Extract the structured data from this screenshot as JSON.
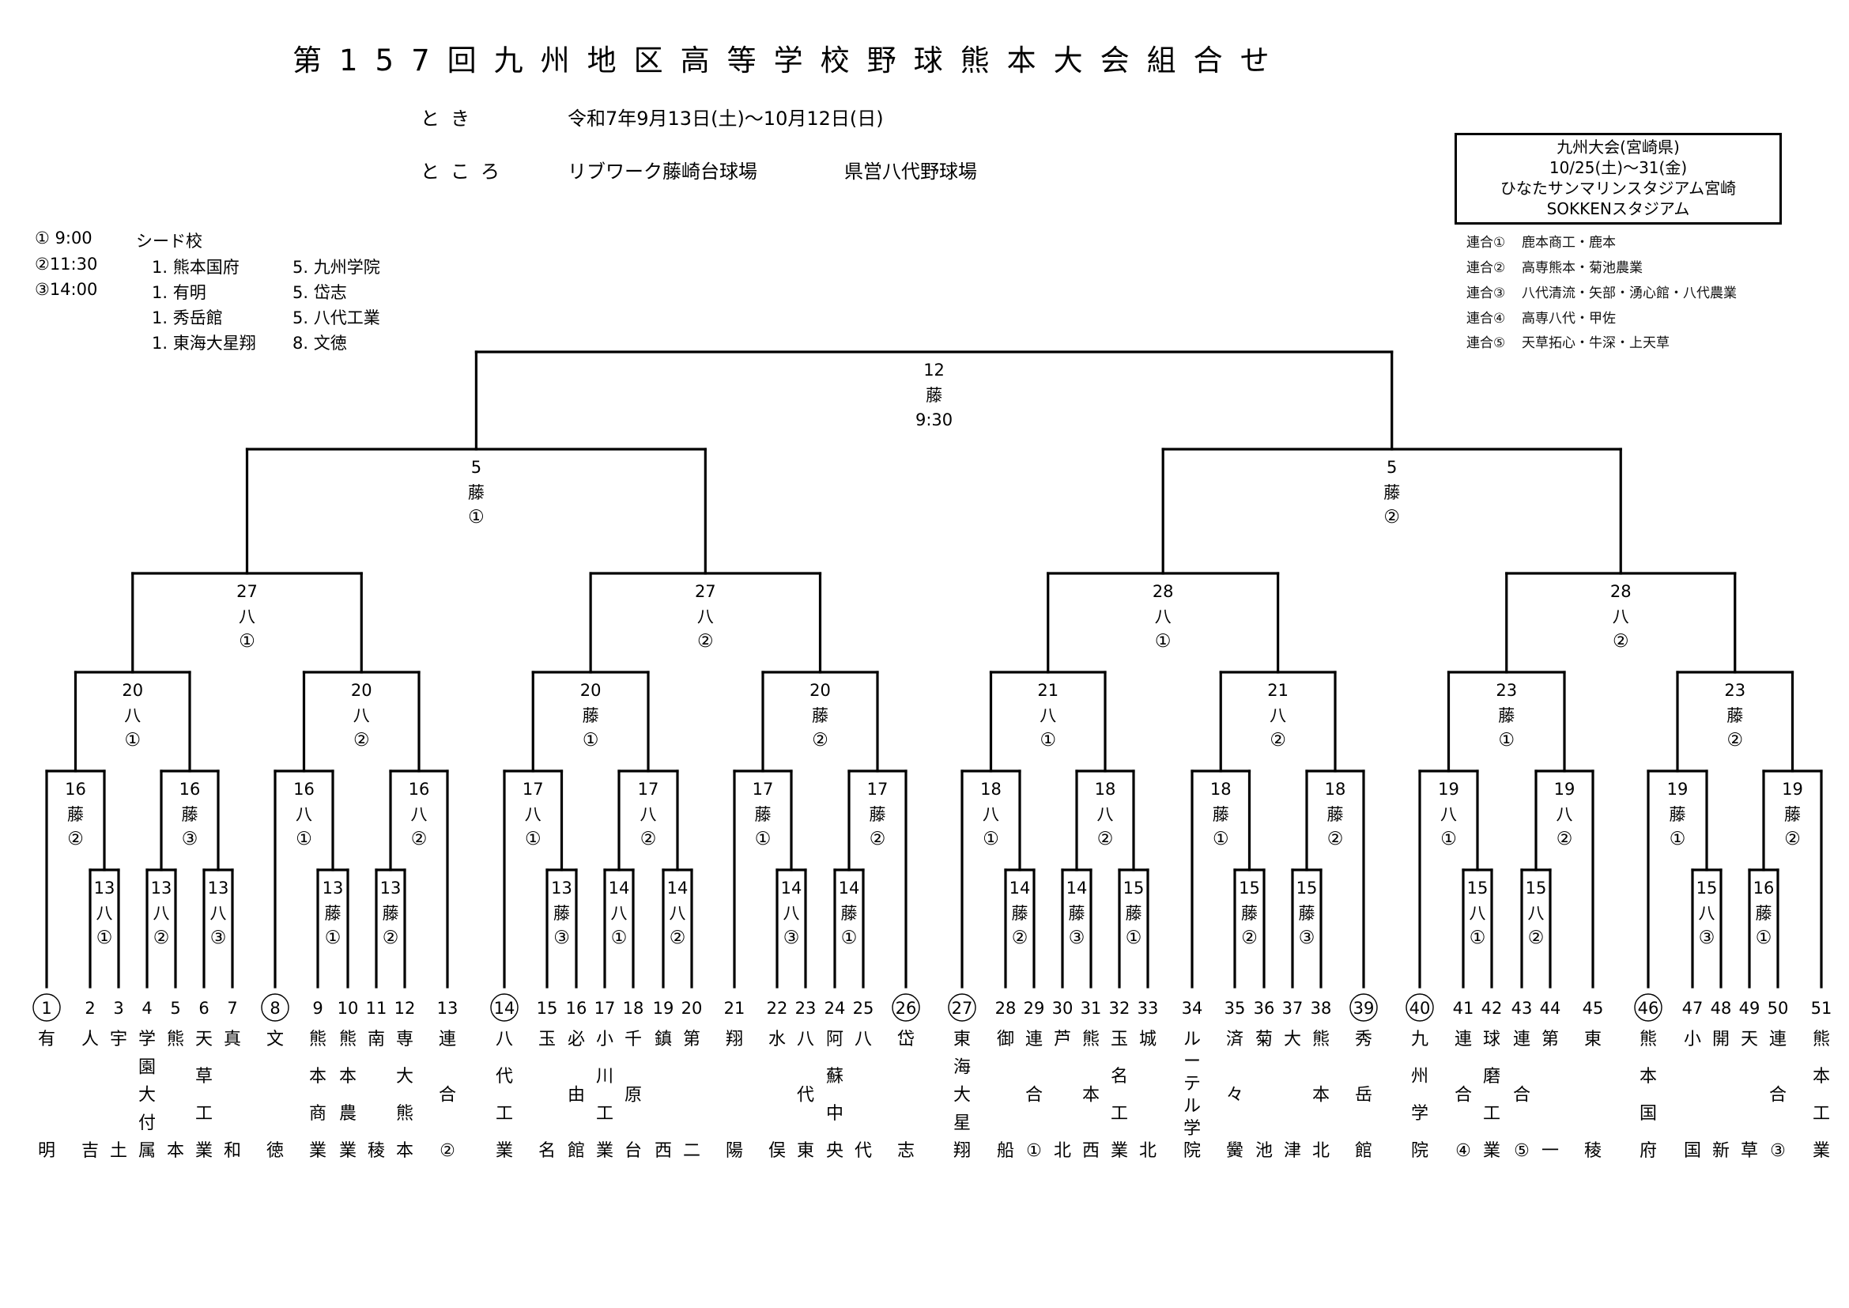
{
  "title": "第157回九州地区高等学校野球熊本大会組合せ",
  "info": {
    "when_label": "とき",
    "when_value": "令和7年9月13日(土)〜10月12日(日)",
    "where_label": "ところ",
    "venue1": "リブワーク藤崎台球場",
    "venue2": "県営八代野球場"
  },
  "times": [
    {
      "label": "① 9:00"
    },
    {
      "label": "②11:30"
    },
    {
      "label": "③14:00"
    }
  ],
  "seeds": {
    "heading": "シード校",
    "rows": [
      {
        "a": "1. 熊本国府",
        "b": "5. 九州学院"
      },
      {
        "a": "1. 有明",
        "b": "5. 岱志"
      },
      {
        "a": "1. 秀岳館",
        "b": "5. 八代工業"
      },
      {
        "a": "1. 東海大星翔",
        "b": "8. 文徳"
      }
    ]
  },
  "kyushu": {
    "line1": "九州大会(宮崎県)",
    "line2": "10/25(土)〜31(金)",
    "line3": "ひなたサンマリンスタジアム宮崎",
    "line4": "SOKKENスタジアム"
  },
  "combined_teams": [
    {
      "key": "連合①",
      "members": "鹿本商工・鹿本"
    },
    {
      "key": "連合②",
      "members": "高専熊本・菊池農業"
    },
    {
      "key": "連合③",
      "members": "八代清流・矢部・湧心館・八代農業"
    },
    {
      "key": "連合④",
      "members": "高専八代・甲佐"
    },
    {
      "key": "連合⑤",
      "members": "天草拓心・牛深・上天草"
    }
  ],
  "teams": [
    {
      "no": "1",
      "seed": true,
      "name": [
        "有",
        "明"
      ]
    },
    {
      "no": "2",
      "name": [
        "人",
        "吉"
      ]
    },
    {
      "no": "3",
      "name": [
        "宇",
        "土"
      ]
    },
    {
      "no": "4",
      "name": [
        "学",
        "園",
        "大",
        "付",
        "属"
      ]
    },
    {
      "no": "5",
      "name": [
        "熊",
        "本"
      ]
    },
    {
      "no": "6",
      "name": [
        "天",
        "草",
        "工",
        "業"
      ]
    },
    {
      "no": "7",
      "name": [
        "真",
        "和"
      ]
    },
    {
      "no": "8",
      "seed": true,
      "name": [
        "文",
        "徳"
      ]
    },
    {
      "no": "9",
      "name": [
        "熊",
        "本",
        "商",
        "業"
      ]
    },
    {
      "no": "10",
      "name": [
        "熊",
        "本",
        "農",
        "業"
      ]
    },
    {
      "no": "11",
      "name": [
        "南",
        "稜"
      ]
    },
    {
      "no": "12",
      "name": [
        "専",
        "大",
        "熊",
        "本"
      ]
    },
    {
      "no": "13",
      "name": [
        "連",
        "合",
        "②"
      ]
    },
    {
      "no": "14",
      "seed": true,
      "name": [
        "八",
        "代",
        "工",
        "業"
      ]
    },
    {
      "no": "15",
      "name": [
        "玉",
        "名"
      ]
    },
    {
      "no": "16",
      "name": [
        "必",
        "由",
        "館"
      ]
    },
    {
      "no": "17",
      "name": [
        "小",
        "川",
        "工",
        "業"
      ]
    },
    {
      "no": "18",
      "name": [
        "千",
        "原",
        "台"
      ]
    },
    {
      "no": "19",
      "name": [
        "鎮",
        "西"
      ]
    },
    {
      "no": "20",
      "name": [
        "第",
        "二"
      ]
    },
    {
      "no": "21",
      "name": [
        "翔",
        "陽"
      ]
    },
    {
      "no": "22",
      "name": [
        "水",
        "俣"
      ]
    },
    {
      "no": "23",
      "name": [
        "八",
        "代",
        "東"
      ]
    },
    {
      "no": "24",
      "name": [
        "阿",
        "蘇",
        "中",
        "央"
      ]
    },
    {
      "no": "25",
      "name": [
        "八",
        "代"
      ]
    },
    {
      "no": "26",
      "seed": true,
      "name": [
        "岱",
        "志"
      ]
    },
    {
      "no": "27",
      "seed": true,
      "name": [
        "東",
        "海",
        "大",
        "星",
        "翔"
      ]
    },
    {
      "no": "28",
      "name": [
        "御",
        "船"
      ]
    },
    {
      "no": "29",
      "name": [
        "連",
        "合",
        "①"
      ]
    },
    {
      "no": "30",
      "name": [
        "芦",
        "北"
      ]
    },
    {
      "no": "31",
      "name": [
        "熊",
        "本",
        "西"
      ]
    },
    {
      "no": "32",
      "name": [
        "玉",
        "名",
        "工",
        "業"
      ]
    },
    {
      "no": "33",
      "name": [
        "城",
        "北"
      ]
    },
    {
      "no": "34",
      "name": [
        "ル",
        "ー",
        "テ",
        "ル",
        "学",
        "院"
      ]
    },
    {
      "no": "35",
      "name": [
        "済",
        "々",
        "黌"
      ]
    },
    {
      "no": "36",
      "name": [
        "菊",
        "池"
      ]
    },
    {
      "no": "37",
      "name": [
        "大",
        "津"
      ]
    },
    {
      "no": "38",
      "name": [
        "熊",
        "本",
        "北"
      ]
    },
    {
      "no": "39",
      "seed": true,
      "name": [
        "秀",
        "岳",
        "館"
      ]
    },
    {
      "no": "40",
      "seed": true,
      "name": [
        "九",
        "州",
        "学",
        "院"
      ]
    },
    {
      "no": "41",
      "name": [
        "連",
        "合",
        "④"
      ]
    },
    {
      "no": "42",
      "name": [
        "球",
        "磨",
        "工",
        "業"
      ]
    },
    {
      "no": "43",
      "name": [
        "連",
        "合",
        "⑤"
      ]
    },
    {
      "no": "44",
      "name": [
        "第",
        "一"
      ]
    },
    {
      "no": "45",
      "name": [
        "東",
        "稜"
      ]
    },
    {
      "no": "46",
      "seed": true,
      "name": [
        "熊",
        "本",
        "国",
        "府"
      ]
    },
    {
      "no": "47",
      "name": [
        "小",
        "国"
      ]
    },
    {
      "no": "48",
      "name": [
        "開",
        "新"
      ]
    },
    {
      "no": "49",
      "name": [
        "天",
        "草"
      ]
    },
    {
      "no": "50",
      "name": [
        "連",
        "合",
        "③"
      ]
    },
    {
      "no": "51",
      "name": [
        "熊",
        "本",
        "工",
        "業"
      ]
    }
  ],
  "bracket": {
    "round1": [
      {
        "teams": [
          2,
          3
        ],
        "date": "13",
        "venue": "八",
        "slot": "①"
      },
      {
        "teams": [
          4,
          5
        ],
        "date": "13",
        "venue": "八",
        "slot": "②"
      },
      {
        "teams": [
          6,
          7
        ],
        "date": "13",
        "venue": "八",
        "slot": "③"
      },
      {
        "teams": [
          9,
          10
        ],
        "date": "13",
        "venue": "藤",
        "slot": "①"
      },
      {
        "teams": [
          11,
          12
        ],
        "date": "13",
        "venue": "藤",
        "slot": "②"
      },
      {
        "teams": [
          15,
          16
        ],
        "date": "13",
        "venue": "藤",
        "slot": "③"
      },
      {
        "teams": [
          17,
          18
        ],
        "date": "14",
        "venue": "八",
        "slot": "①"
      },
      {
        "teams": [
          19,
          20
        ],
        "date": "14",
        "venue": "八",
        "slot": "②"
      },
      {
        "teams": [
          22,
          23
        ],
        "date": "14",
        "venue": "八",
        "slot": "③"
      },
      {
        "teams": [
          24,
          25
        ],
        "date": "14",
        "venue": "藤",
        "slot": "①"
      },
      {
        "teams": [
          28,
          29
        ],
        "date": "14",
        "venue": "藤",
        "slot": "②"
      },
      {
        "teams": [
          30,
          31
        ],
        "date": "14",
        "venue": "藤",
        "slot": "③"
      },
      {
        "teams": [
          32,
          33
        ],
        "date": "15",
        "venue": "藤",
        "slot": "①"
      },
      {
        "teams": [
          35,
          36
        ],
        "date": "15",
        "venue": "藤",
        "slot": "②"
      },
      {
        "teams": [
          37,
          38
        ],
        "date": "15",
        "venue": "藤",
        "slot": "③"
      },
      {
        "teams": [
          41,
          42
        ],
        "date": "15",
        "venue": "八",
        "slot": "①"
      },
      {
        "teams": [
          43,
          44
        ],
        "date": "15",
        "venue": "八",
        "slot": "②"
      },
      {
        "teams": [
          47,
          48
        ],
        "date": "15",
        "venue": "八",
        "slot": "③"
      },
      {
        "teams": [
          49,
          50
        ],
        "date": "16",
        "venue": "藤",
        "slot": "①"
      }
    ],
    "round2": [
      {
        "a": "t1",
        "b": "r1-0",
        "date": "16",
        "venue": "藤",
        "slot": "②"
      },
      {
        "a": "r1-1",
        "b": "r1-2",
        "date": "16",
        "venue": "藤",
        "slot": "③"
      },
      {
        "a": "t8",
        "b": "r1-3",
        "date": "16",
        "venue": "八",
        "slot": "①"
      },
      {
        "a": "r1-4",
        "b": "t13",
        "date": "16",
        "venue": "八",
        "slot": "②"
      },
      {
        "a": "t14",
        "b": "r1-5",
        "date": "17",
        "venue": "八",
        "slot": "①"
      },
      {
        "a": "r1-6",
        "b": "r1-7",
        "date": "17",
        "venue": "八",
        "slot": "②"
      },
      {
        "a": "t21",
        "b": "r1-8",
        "date": "17",
        "venue": "藤",
        "slot": "①"
      },
      {
        "a": "r1-9",
        "b": "t26",
        "date": "17",
        "venue": "藤",
        "slot": "②"
      },
      {
        "a": "t27",
        "b": "r1-10",
        "date": "18",
        "venue": "八",
        "slot": "①"
      },
      {
        "a": "r1-11",
        "b": "r1-12",
        "date": "18",
        "venue": "八",
        "slot": "②"
      },
      {
        "a": "t34",
        "b": "r1-13",
        "date": "18",
        "venue": "藤",
        "slot": "①"
      },
      {
        "a": "r1-14",
        "b": "t39",
        "date": "18",
        "venue": "藤",
        "slot": "②"
      },
      {
        "a": "t40",
        "b": "r1-15",
        "date": "19",
        "venue": "八",
        "slot": "①"
      },
      {
        "a": "r1-16",
        "b": "t45",
        "date": "19",
        "venue": "八",
        "slot": "②"
      },
      {
        "a": "t46",
        "b": "r1-17",
        "date": "19",
        "venue": "藤",
        "slot": "①"
      },
      {
        "a": "r1-18",
        "b": "t51",
        "date": "19",
        "venue": "藤",
        "slot": "②"
      }
    ],
    "round3": [
      {
        "date": "20",
        "venue": "八",
        "slot": "①"
      },
      {
        "date": "20",
        "venue": "八",
        "slot": "②"
      },
      {
        "date": "20",
        "venue": "藤",
        "slot": "①"
      },
      {
        "date": "20",
        "venue": "藤",
        "slot": "②"
      },
      {
        "date": "21",
        "venue": "八",
        "slot": "①"
      },
      {
        "date": "21",
        "venue": "八",
        "slot": "②"
      },
      {
        "date": "23",
        "venue": "藤",
        "slot": "①"
      },
      {
        "date": "23",
        "venue": "藤",
        "slot": "②"
      }
    ],
    "quarterfinal": [
      {
        "date": "27",
        "venue": "八",
        "slot": "①"
      },
      {
        "date": "27",
        "venue": "八",
        "slot": "②"
      },
      {
        "date": "28",
        "venue": "八",
        "slot": "①"
      },
      {
        "date": "28",
        "venue": "八",
        "slot": "②"
      }
    ],
    "semifinal": [
      {
        "date": "5",
        "venue": "藤",
        "slot": "①"
      },
      {
        "date": "5",
        "venue": "藤",
        "slot": "②"
      }
    ],
    "final": {
      "date": "12",
      "venue": "藤",
      "slot": "9:30"
    }
  }
}
